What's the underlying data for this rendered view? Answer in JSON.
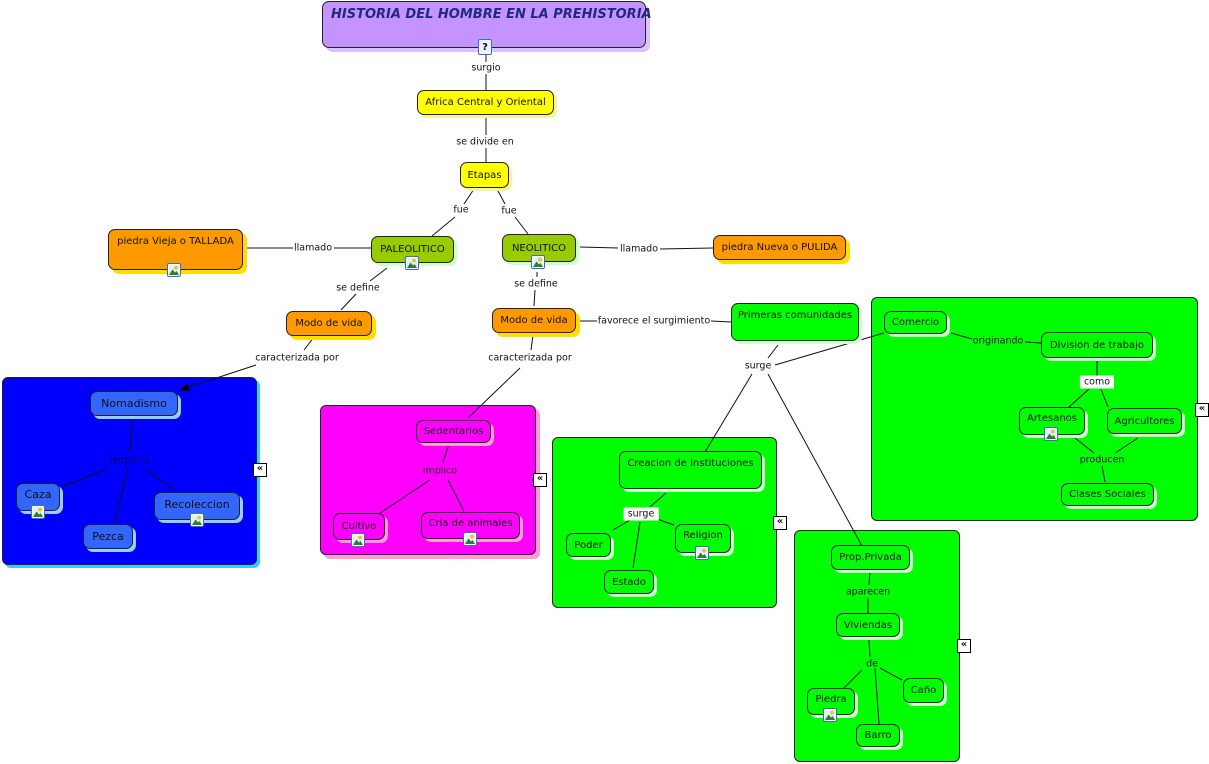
{
  "colors": {
    "title_fill": "#c593ff",
    "yellow": "#ffff00",
    "olive": "#99cc00",
    "orange": "#ff9900",
    "blue_group": "#0000ff",
    "blue_node": "#3366ff",
    "magenta_group": "#ff00ff",
    "green": "#00ff00"
  },
  "nodes": {
    "title": "HISTORIA DEL HOMBRE EN LA PREHISTORIA",
    "africa": "Africa Central y Oriental",
    "etapas": "Etapas",
    "paleolitico": "PALEOLITICO",
    "neolitico": "NEOLITICO",
    "piedra_vieja": "piedra Vieja o TALLADA",
    "piedra_nueva": "piedra Nueva o PULIDA",
    "modo_vida_paleo": "Modo de vida",
    "modo_vida_neo": "Modo de vida",
    "nomadismo": "Nomadismo",
    "caza": "Caza",
    "pezca": "Pezca",
    "recoleccion": "Recoleccion",
    "sedentarios": "Sedentarios",
    "cultivo": "Cultivo",
    "cria_animales": "Cria de animales",
    "primeras_comunidades": "Primeras comunidades",
    "creacion_instituciones": "Creacion de Instituciones",
    "poder": "Poder",
    "religion": "Religion",
    "estado": "Estado",
    "comercio": "Comercio",
    "division_trabajo": "Division de trabajo",
    "artesanos": "Artesanos",
    "agricultores": "Agricultores",
    "clases_sociales": "Clases Sociales",
    "prop_privada": "Prop.Privada",
    "viviendas": "Viviendas",
    "piedra": "Piedra",
    "barro": "Barro",
    "cano": "Caño"
  },
  "links": {
    "surgio": "surgio",
    "se_divide_en": "se divide en",
    "fue_paleo": "fue",
    "fue_neo": "fue",
    "llamado_paleo": "llamado",
    "llamado_neo": "llamado",
    "se_define_paleo": "se define",
    "se_define_neo": "se define",
    "caracterizada_paleo": "caracterizada por",
    "caracterizada_neo": "caracterizada por",
    "implico_paleo": "implico",
    "implico_neo": "implico",
    "favorece": "favorece el surgimiento",
    "surge_main": "surge",
    "surge_inst": "surge",
    "originando": "originando",
    "como": "como",
    "producen": "producen",
    "aparecen": "aparecen",
    "de": "de"
  },
  "icons": {
    "image": "image-resource-icon",
    "question": "document-question-icon",
    "collapse": "collapse-chevrons-icon",
    "collapse_glyph": "«"
  }
}
